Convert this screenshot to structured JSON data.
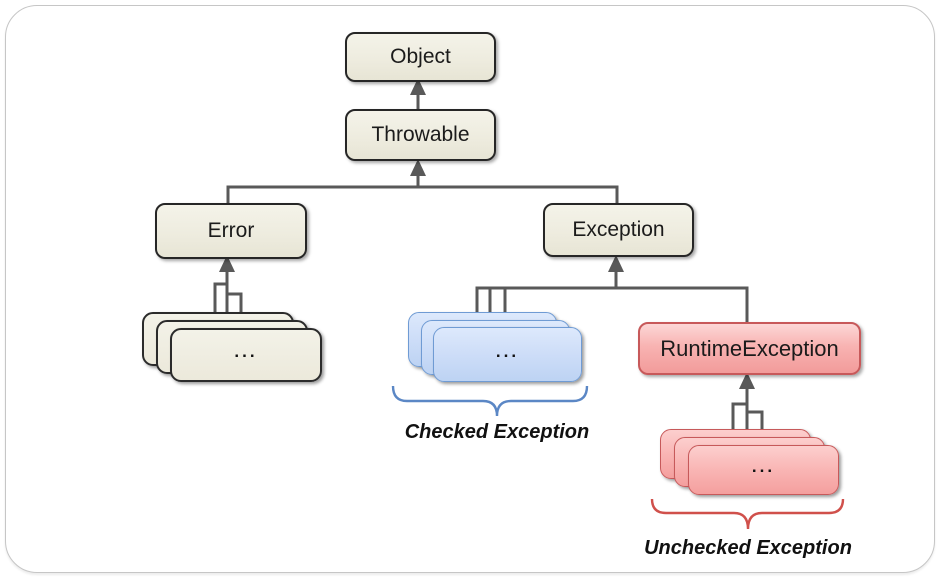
{
  "nodes": {
    "object": {
      "label": "Object"
    },
    "throwable": {
      "label": "Throwable"
    },
    "error": {
      "label": "Error"
    },
    "exception": {
      "label": "Exception"
    },
    "runtime_exception": {
      "label": "RuntimeException"
    }
  },
  "stacks": {
    "error_subclasses": {
      "ellipsis": "..."
    },
    "checked_exceptions": {
      "ellipsis": "..."
    },
    "unchecked_exceptions": {
      "ellipsis": "..."
    }
  },
  "annotations": {
    "checked": "Checked Exception",
    "unchecked": "Unchecked Exception"
  },
  "colors": {
    "connector": "#595959",
    "node_border": "#262626",
    "node_fill": "#efede0",
    "checked_card_border": "#6f9bd4",
    "checked_card_fill": "#cdddf8",
    "unchecked_border": "#c7595a",
    "unchecked_fill": "#f8b3b2",
    "brace_checked": "#5b87c5",
    "brace_unchecked": "#d0504b",
    "frame_border": "#c6c6c6"
  }
}
